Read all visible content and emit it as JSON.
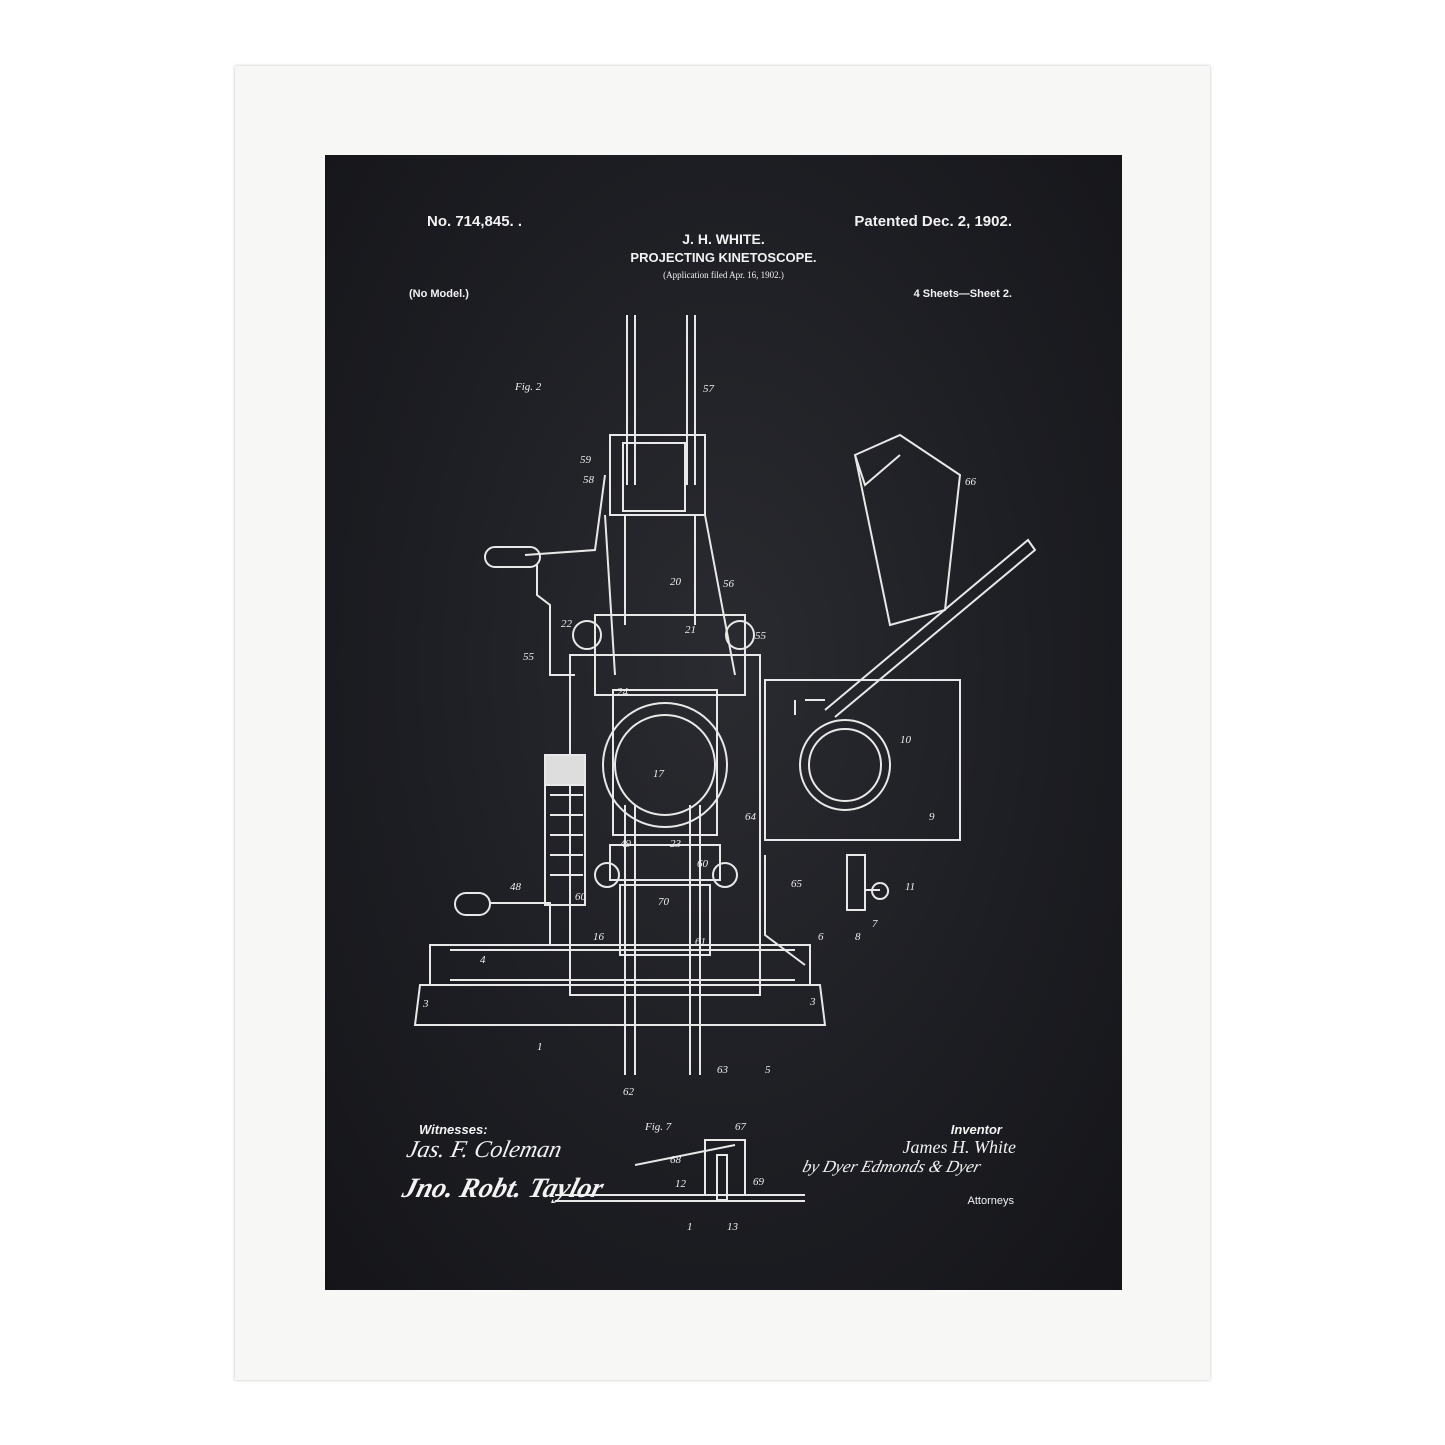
{
  "header": {
    "patent_number": "No. 714,845.  .",
    "patented": "Patented Dec. 2, 1902.",
    "inventor_short": "J. H. WHITE.",
    "title": "PROJECTING KINETOSCOPE.",
    "application": "(Application filed Apr. 16, 1902.)",
    "model": "(No Model.)",
    "sheets": "4 Sheets—Sheet 2."
  },
  "drawing": {
    "fig_main": "Fig. 2",
    "fig_detail": "Fig. 7",
    "labels": [
      "57",
      "59",
      "58",
      "56",
      "20",
      "21",
      "22",
      "55",
      "55",
      "24",
      "17",
      "10",
      "9",
      "64",
      "49",
      "23",
      "60",
      "60",
      "65",
      "48",
      "70",
      "16",
      "61",
      "6",
      "8",
      "7",
      "11",
      "4",
      "3",
      "3",
      "1",
      "62",
      "63",
      "5",
      "66"
    ],
    "detail_labels": [
      "67",
      "68",
      "12",
      "69",
      "1",
      "13"
    ]
  },
  "footer": {
    "witnesses_label": "Witnesses:",
    "witness_1": "Jas. F. Coleman",
    "witness_2": "Jno. Robt. Taylor",
    "inventor_label": "Inventor",
    "inventor_name": "James H. White",
    "attorney_signature": "by Dyer Edmonds & Dyer",
    "attorneys_label": "Attorneys"
  },
  "colors": {
    "frame": "#f7f7f5",
    "poster": "#1c1d22",
    "ink": "#f2f2f2"
  }
}
